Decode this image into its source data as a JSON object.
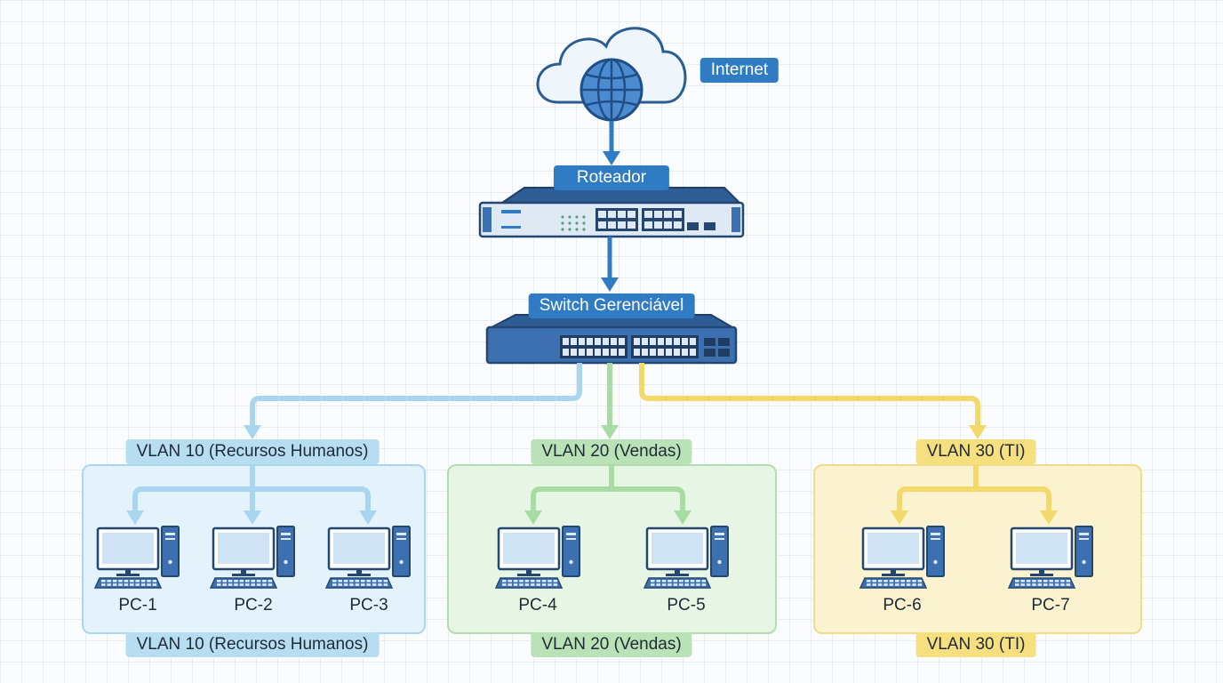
{
  "internet": {
    "label": "Internet"
  },
  "router": {
    "label": "Roteador"
  },
  "switch": {
    "label": "Switch Gerenciável"
  },
  "vlans": [
    {
      "top_label": "VLAN 10 (Recursos Humanos)",
      "bottom_label": "VLAN 10 (Recursos Humanos)",
      "color": "#a9d6ef",
      "pcs": [
        "PC-1",
        "PC-2",
        "PC-3"
      ]
    },
    {
      "top_label": "VLAN 20 (Vendas)",
      "bottom_label": "VLAN 20 (Vendas)",
      "color": "#a8dca4",
      "pcs": [
        "PC-4",
        "PC-5"
      ]
    },
    {
      "top_label": "VLAN 30 (TI)",
      "bottom_label": "VLAN 30 (TI)",
      "color": "#f3d96c",
      "pcs": [
        "PC-6",
        "PC-7"
      ]
    }
  ],
  "colors": {
    "device": "#3d70b0",
    "device_dark": "#24466f",
    "link": "#2f7cc4"
  }
}
